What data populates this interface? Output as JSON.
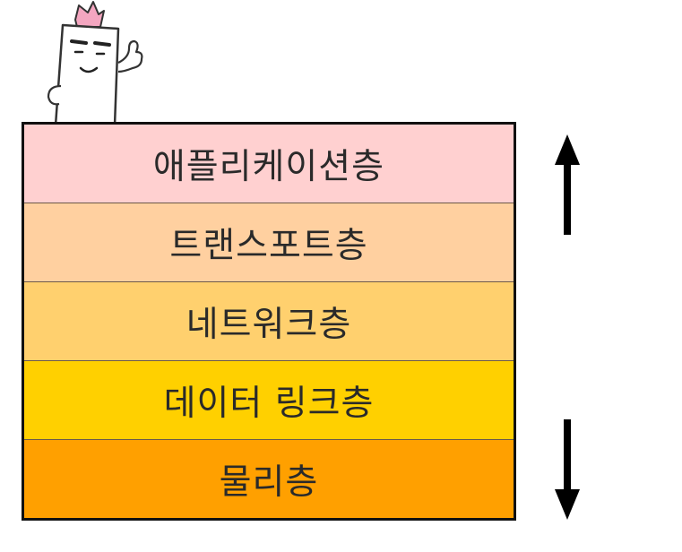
{
  "layers": [
    {
      "label": "애플리케이션층",
      "color": "#ffd0d0"
    },
    {
      "label": "트랜스포트층",
      "color": "#ffd0a0"
    },
    {
      "label": "네트워크층",
      "color": "#ffd06e"
    },
    {
      "label": "데이터 링크층",
      "color": "#ffd000"
    },
    {
      "label": "물리층",
      "color": "#ffa000"
    }
  ],
  "mascot": {
    "icon": "paper-mascot-icon"
  },
  "arrows": {
    "up": "arrow-up-icon",
    "down": "arrow-down-icon"
  }
}
